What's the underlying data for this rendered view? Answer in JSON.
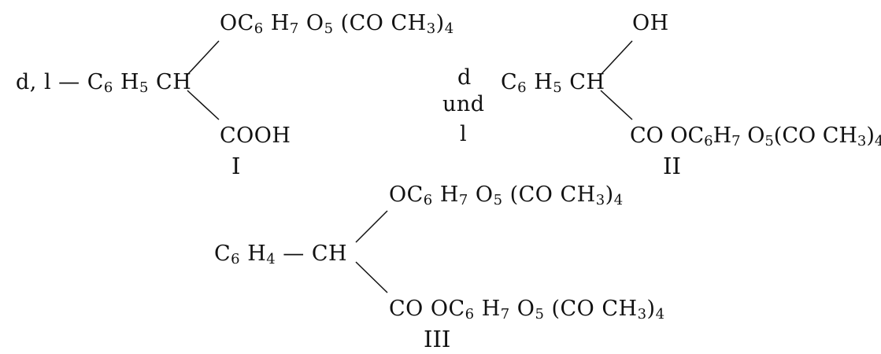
{
  "formulas": {
    "I": {
      "top": "OC<sub>6</sub> H<sub>7</sub> O<sub>5</sub> (CO CH<sub>3</sub>)<sub>4</sub>",
      "center": "d, l — C<sub>6</sub> H<sub>5</sub> CH",
      "bottom": "COOH",
      "label": "I"
    },
    "II": {
      "prefix_d": "d",
      "prefix_und": "und",
      "prefix_l": "l",
      "top": "OH",
      "center": "C<sub>6</sub> H<sub>5</sub> CH",
      "bottom": "CO OC<sub>6</sub>H<sub>7</sub> O<sub>5</sub>(CO CH<sub>3</sub>)<sub>4</sub>",
      "label": "II"
    },
    "III": {
      "top": "OC<sub>6</sub> H<sub>7</sub> O<sub>5</sub> (CO CH<sub>3</sub>)<sub>4</sub>",
      "center": "C<sub>6</sub> H<sub>4</sub> — CH",
      "bottom": "CO OC<sub>6</sub> H<sub>7</sub> O<sub>5</sub> (CO CH<sub>3</sub>)<sub>4</sub>",
      "label": "III"
    }
  }
}
